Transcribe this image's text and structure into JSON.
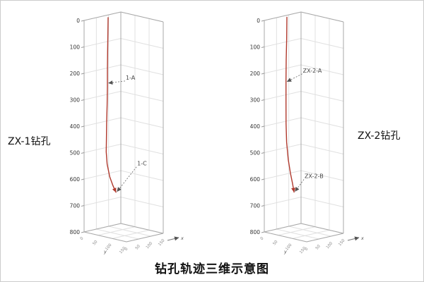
{
  "title": "钻孔轨迹三维示意图",
  "colors": {
    "trajectory": "#b03a2e",
    "edges": "#a8a8a8",
    "grid": "#e0e0e0",
    "text": "#333333",
    "annotation": "#444444"
  },
  "chart_data": {
    "type": "line3d",
    "title": "钻孔轨迹三维示意图",
    "grid": true,
    "background": "#ffffff",
    "plots": [
      {
        "id": "zx1",
        "name": "ZX-1钻孔",
        "z_axis": {
          "ticks": [
            0,
            100,
            200,
            300,
            400,
            500,
            600,
            700,
            800
          ],
          "range": [
            0,
            800
          ],
          "direction": "depth-down"
        },
        "floor_ticks": [
          0,
          50,
          100,
          150
        ],
        "axis_labels": {
          "x": "x",
          "y": "y"
        },
        "line_color": "#b03a2e",
        "trajectory": [
          [
            75,
            20,
            0
          ],
          [
            74,
            20,
            60
          ],
          [
            73,
            20,
            130
          ],
          [
            72,
            20,
            200
          ],
          [
            72,
            20,
            260
          ],
          [
            71,
            20,
            330
          ],
          [
            69,
            20,
            400
          ],
          [
            67,
            21,
            460
          ],
          [
            65,
            22,
            505
          ],
          [
            63,
            27,
            550
          ],
          [
            61,
            38,
            595
          ],
          [
            60,
            50,
            625
          ],
          [
            61,
            60,
            648
          ]
        ],
        "annotations": [
          {
            "label": "1-A",
            "depth": 250,
            "offset": [
              26,
              -6
            ]
          },
          {
            "label": "1-C",
            "depth": 648,
            "offset": [
              30,
              -38
            ]
          }
        ]
      },
      {
        "id": "zx2",
        "name": "ZX-2钻孔",
        "z_axis": {
          "ticks": [
            0,
            100,
            200,
            300,
            400,
            500,
            600,
            700,
            800
          ],
          "range": [
            0,
            800
          ],
          "direction": "depth-down"
        },
        "floor_ticks": [
          0,
          50,
          100,
          150
        ],
        "axis_labels": {
          "x": "x",
          "y": "y"
        },
        "line_color": "#b03a2e",
        "trajectory": [
          [
            75,
            15,
            0
          ],
          [
            74,
            15,
            80
          ],
          [
            72,
            15,
            160
          ],
          [
            70,
            16,
            240
          ],
          [
            69,
            17,
            320
          ],
          [
            68,
            18,
            400
          ],
          [
            68,
            20,
            470
          ],
          [
            69,
            25,
            535
          ],
          [
            71,
            31,
            585
          ],
          [
            73,
            37,
            625
          ],
          [
            74,
            41,
            655
          ]
        ],
        "annotations": [
          {
            "label": "ZX-2-A",
            "depth": 245,
            "offset": [
              24,
              -14
            ]
          },
          {
            "label": "ZX-2-B",
            "depth": 655,
            "offset": [
              15,
              -20
            ]
          }
        ]
      }
    ]
  }
}
